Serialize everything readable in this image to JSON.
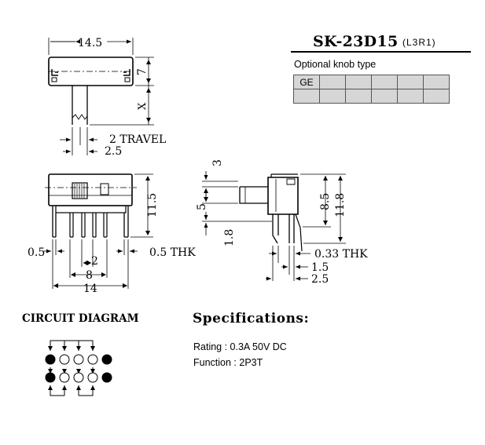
{
  "title": "SK-23D15",
  "subcode": "(L3R1)",
  "knob": {
    "label": "Optional knob type",
    "cells": [
      "GE",
      "",
      "",
      "",
      "",
      "",
      "",
      "",
      "",
      "",
      "",
      ""
    ]
  },
  "dimensions": {
    "top_width": "14.5",
    "top_height": "7",
    "top_x": "X",
    "travel": "2 TRAVEL",
    "travel_offset": "2.5",
    "front_height": "11.5",
    "left_thk": "0.5",
    "pitch": "2",
    "right_thk": "0.5 THK",
    "span": "8",
    "total_width": "14",
    "side_knob_top": "3",
    "side_knob": "5",
    "side_lead": "1.8",
    "side_body": "8.5",
    "side_total": "11.8",
    "side_lead_thk": "0.33 THK",
    "side_gap": "1.5",
    "side_foot": "2.5"
  },
  "circuit_title": "CIRCUIT DIAGRAM",
  "specs": {
    "title": "Specifications:",
    "rating": "Rating : 0.3A 50V DC",
    "function": "Function : 2P3T"
  }
}
